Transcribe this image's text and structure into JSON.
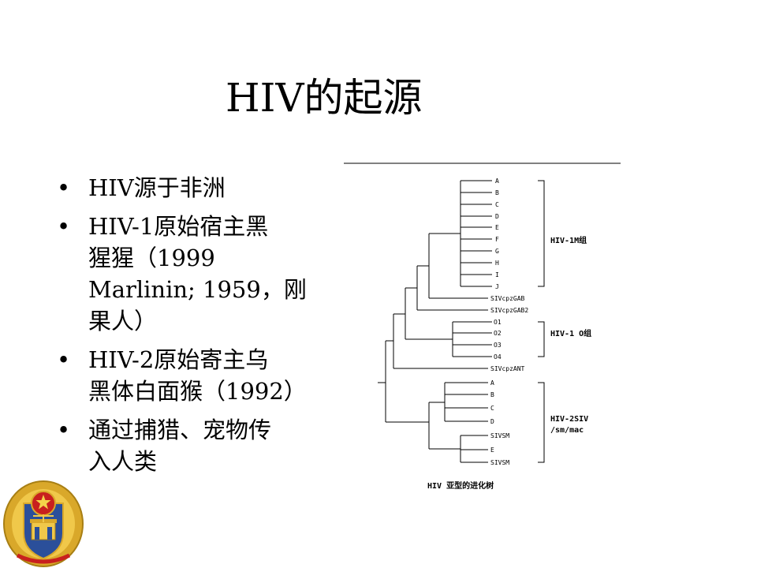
{
  "title": "HIV的起源",
  "bullets": [
    {
      "lines": [
        "HIV源于非洲"
      ]
    },
    {
      "lines": [
        "HIV-1原始宿主黑",
        "猩猩（1999",
        "Marlinin; 1959，刚",
        "果人）"
      ]
    },
    {
      "lines": [
        "HIV-2原始寄主乌",
        "黑体白面猴（1992）"
      ]
    },
    {
      "lines": [
        "通过捕猎、宠物传",
        "入人类"
      ]
    }
  ],
  "tree": {
    "leaves_m": [
      "A",
      "B",
      "C",
      "D",
      "E",
      "F",
      "G",
      "H",
      "I",
      "J"
    ],
    "leaves_cpz": [
      "SIVcpzGAB",
      "SIVcpzGAB2"
    ],
    "leaves_o": [
      "O1",
      "O2",
      "O3",
      "O4"
    ],
    "leaf_ant": "SIVcpzANT",
    "leaves_2": [
      "A",
      "B",
      "C",
      "D",
      "SIVSM",
      "E",
      "SIVSM"
    ],
    "group_m": "HIV-1M组",
    "group_o": "HIV-1 O组",
    "group_2_line1": "HIV-2SIV",
    "group_2_line2": "/sm/mac",
    "caption": "HIV 亚型的进化树"
  },
  "colors": {
    "emblem_gold": "#d9a82a",
    "emblem_red": "#c8201e",
    "emblem_blue": "#2b4f9a"
  }
}
